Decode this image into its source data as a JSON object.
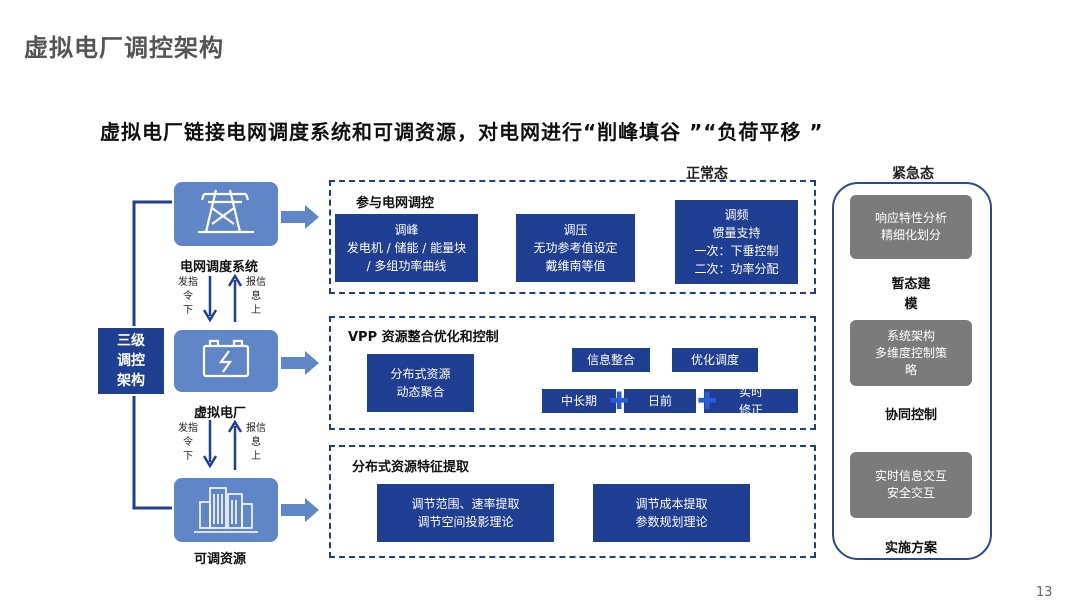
{
  "title": "虚拟电厂调控架构",
  "subtitle": "虚拟电厂链接电网调度系统和可调资源，对电网进行“削峰填谷 ”“负荷平移 ”",
  "normal_state": "正常态",
  "emergency_state": "紧急态",
  "left": {
    "levels": [
      "三级",
      "调控",
      "架构"
    ],
    "nodes": {
      "grid": "电网调度系统",
      "vpp": "虚拟电厂",
      "resource": "可调资源"
    },
    "down_label": [
      "发指",
      "令",
      "下"
    ],
    "up_label": [
      "报信",
      "息",
      "上"
    ]
  },
  "sections": {
    "grid": {
      "title": "参与电网调控",
      "boxes": [
        {
          "lines": [
            "调峰",
            "发电机 / 储能 / 能量块",
            "/ 多组功率曲线"
          ]
        },
        {
          "lines": [
            "调压",
            "无功参考值设定",
            "戴维南等值"
          ]
        },
        {
          "lines": [
            "调频",
            "惯量支持",
            "一次：下垂控制",
            "二次：功率分配"
          ]
        }
      ]
    },
    "vpp": {
      "title": "VPP 资源整合优化和控制",
      "aggregate": [
        "分布式资源",
        "动态聚合"
      ],
      "info": "信息整合",
      "optimize": "优化调度",
      "mid": "中长期",
      "dayahead": "日前",
      "realtime": "实时",
      "correct": "修正"
    },
    "resource": {
      "title": "分布式资源特征提取",
      "boxes": [
        {
          "lines": [
            "调节范围、速率提取",
            "调节空间投影理论"
          ]
        },
        {
          "lines": [
            "调节成本提取",
            "参数规划理论"
          ]
        }
      ]
    }
  },
  "right": {
    "box1": [
      "响应特性分析",
      "精细化划分"
    ],
    "label1": [
      "暂态建",
      "模"
    ],
    "box2": [
      "系统架构",
      "多维度控制策",
      "略"
    ],
    "label2": "协同控制",
    "box3": [
      "实时信息交互",
      "安全交互"
    ],
    "label3": "实施方案"
  },
  "page_number": "13",
  "colors": {
    "navy": "#1f3f93",
    "icon_bg": "#5f86c6",
    "gray_box": "#7b7b7b",
    "dash": "#1f3f80"
  }
}
